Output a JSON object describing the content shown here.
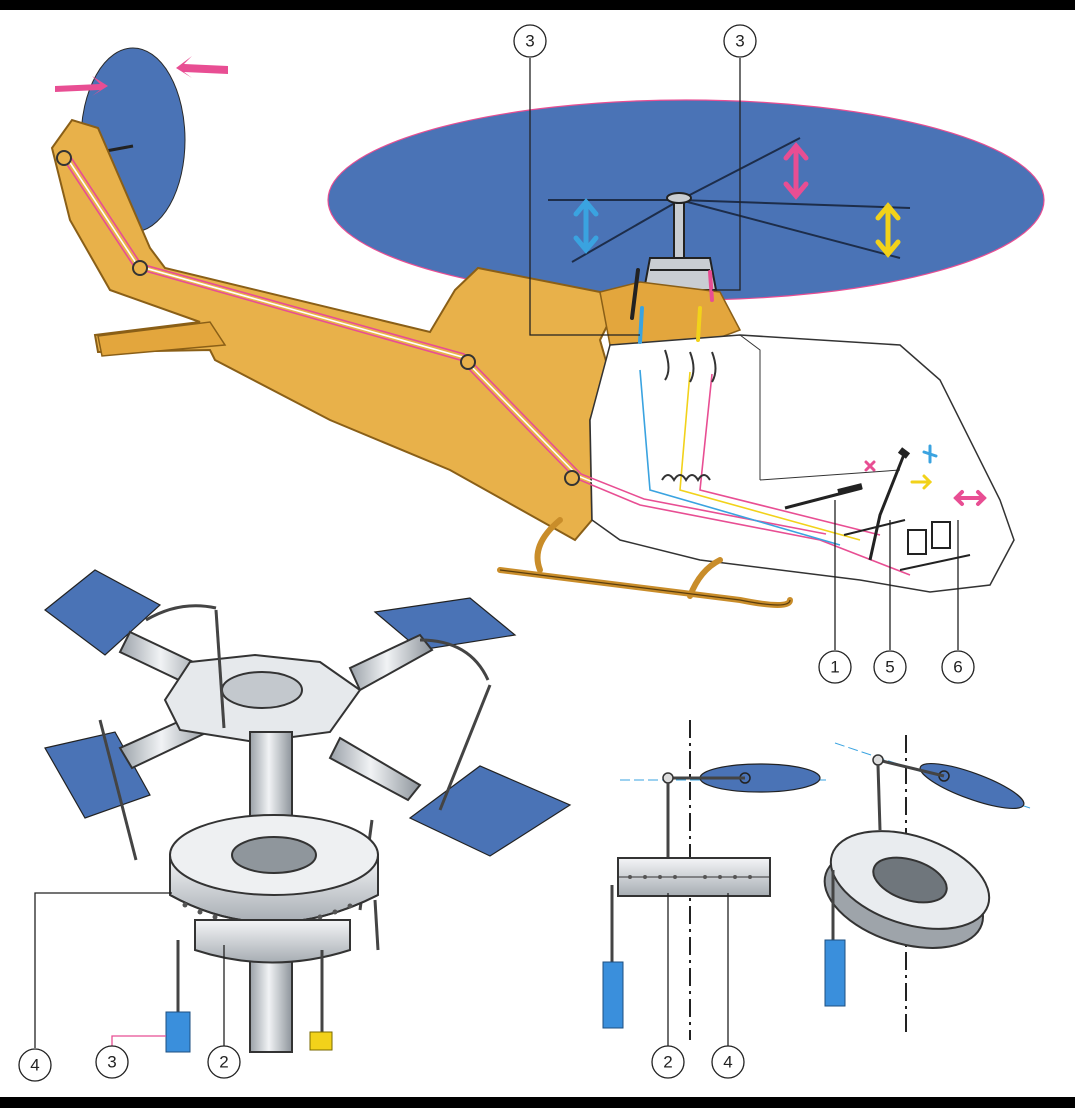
{
  "callouts": {
    "top_left": "3",
    "top_right": "3",
    "cockpit_1": "1",
    "cockpit_5": "5",
    "cockpit_6": "6",
    "hub_4": "4",
    "hub_3": "3",
    "hub_2": "2",
    "section_a_2": "2",
    "section_a_4": "4"
  },
  "colors": {
    "frame": "#000000",
    "paper": "#ffffff",
    "rotor_disc": "#4a73b6",
    "fuselage": "#e8b14a",
    "cable_pink": "#e84e93",
    "cable_cyan": "#3aa3e0",
    "cable_yellow": "#f2d21a",
    "metal": "#d5d9de",
    "outline": "#2a2a2a"
  }
}
